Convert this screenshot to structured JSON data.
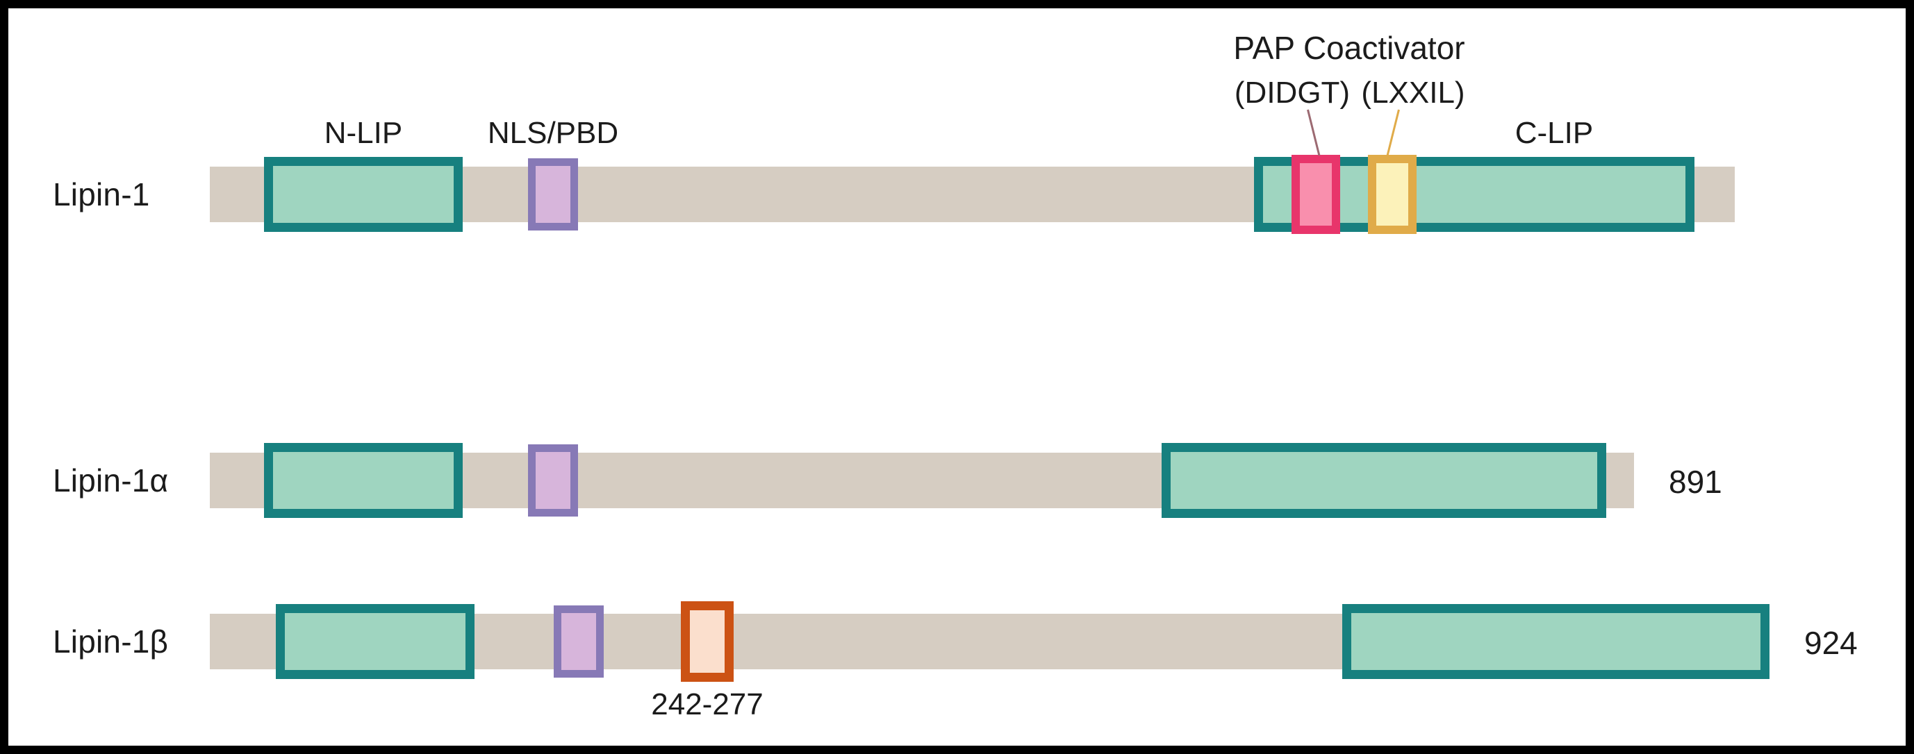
{
  "figure": {
    "type": "protein-domain-diagram",
    "title_visible": false,
    "palette": {
      "backbone": "#d6cdc2",
      "lip_border": "#17807f",
      "lip_fill": "#9fd5c0",
      "nls_border": "#8779b6",
      "nls_fill": "#d7b5db",
      "didgt_border": "#e8356b",
      "didgt_fill": "#f98fad",
      "lxxil_border": "#e0ab49",
      "lxxil_fill": "#fcf2ba",
      "exon7_border": "#cc5214",
      "exon7_fill": "#fbdfcd",
      "frame": "#000000",
      "text": "#1b1b1b"
    }
  },
  "labels": {
    "n_lip": "N-LIP",
    "nls_pbd": "NLS/PBD",
    "pap_coactivator": "PAP Coactivator",
    "didgt": "(DIDGT)",
    "lxxil": "(LXXIL)",
    "c_lip": "C-LIP",
    "exon7_range": "242-277"
  },
  "rows": [
    {
      "name": "Lipin-1",
      "label": "Lipin-1",
      "length_label": "",
      "domains": [
        {
          "key": "n-lip",
          "label": "N-LIP"
        },
        {
          "key": "nls-pbd",
          "label": "NLS/PBD"
        },
        {
          "key": "c-lip",
          "label": "C-LIP"
        },
        {
          "key": "didgt",
          "label": "(DIDGT)"
        },
        {
          "key": "lxxil",
          "label": "(LXXIL)"
        }
      ]
    },
    {
      "name": "Lipin-1alpha",
      "label": "Lipin-1α",
      "length_label": "891",
      "domains": [
        {
          "key": "n-lip",
          "label": "N-LIP"
        },
        {
          "key": "nls-pbd",
          "label": "NLS/PBD"
        },
        {
          "key": "c-lip",
          "label": "C-LIP"
        }
      ]
    },
    {
      "name": "Lipin-1beta",
      "label": "Lipin-1β",
      "length_label": "924",
      "domains": [
        {
          "key": "n-lip",
          "label": "N-LIP"
        },
        {
          "key": "nls-pbd",
          "label": "NLS/PBD"
        },
        {
          "key": "exon7",
          "label": "242-277"
        },
        {
          "key": "c-lip",
          "label": "C-LIP"
        }
      ]
    }
  ]
}
